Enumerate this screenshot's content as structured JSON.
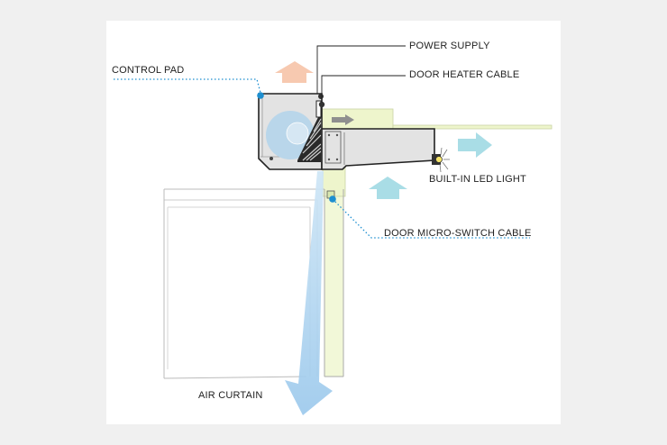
{
  "labels": {
    "power_supply": "POWER SUPPLY",
    "door_heater_cable": "DOOR HEATER CABLE",
    "control_pad": "CONTROL PAD",
    "built_in_led_light": "BUILT-IN LED LIGHT",
    "door_micro_switch_cable": "DOOR MICRO-SWITCH CABLE",
    "air_curtain": "AIR CURTAIN"
  },
  "colors": {
    "warm_air_arrow": "#f7c9b0",
    "cool_air_arrow": "#a9dde6",
    "air_curtain": "#a7d1ee",
    "pointer_dot": "#1e8fd0",
    "ceiling_band": "#eef5cc",
    "unit_body": "#e3e3e3",
    "fan": "#b9d6ea",
    "outline": "#222222"
  }
}
